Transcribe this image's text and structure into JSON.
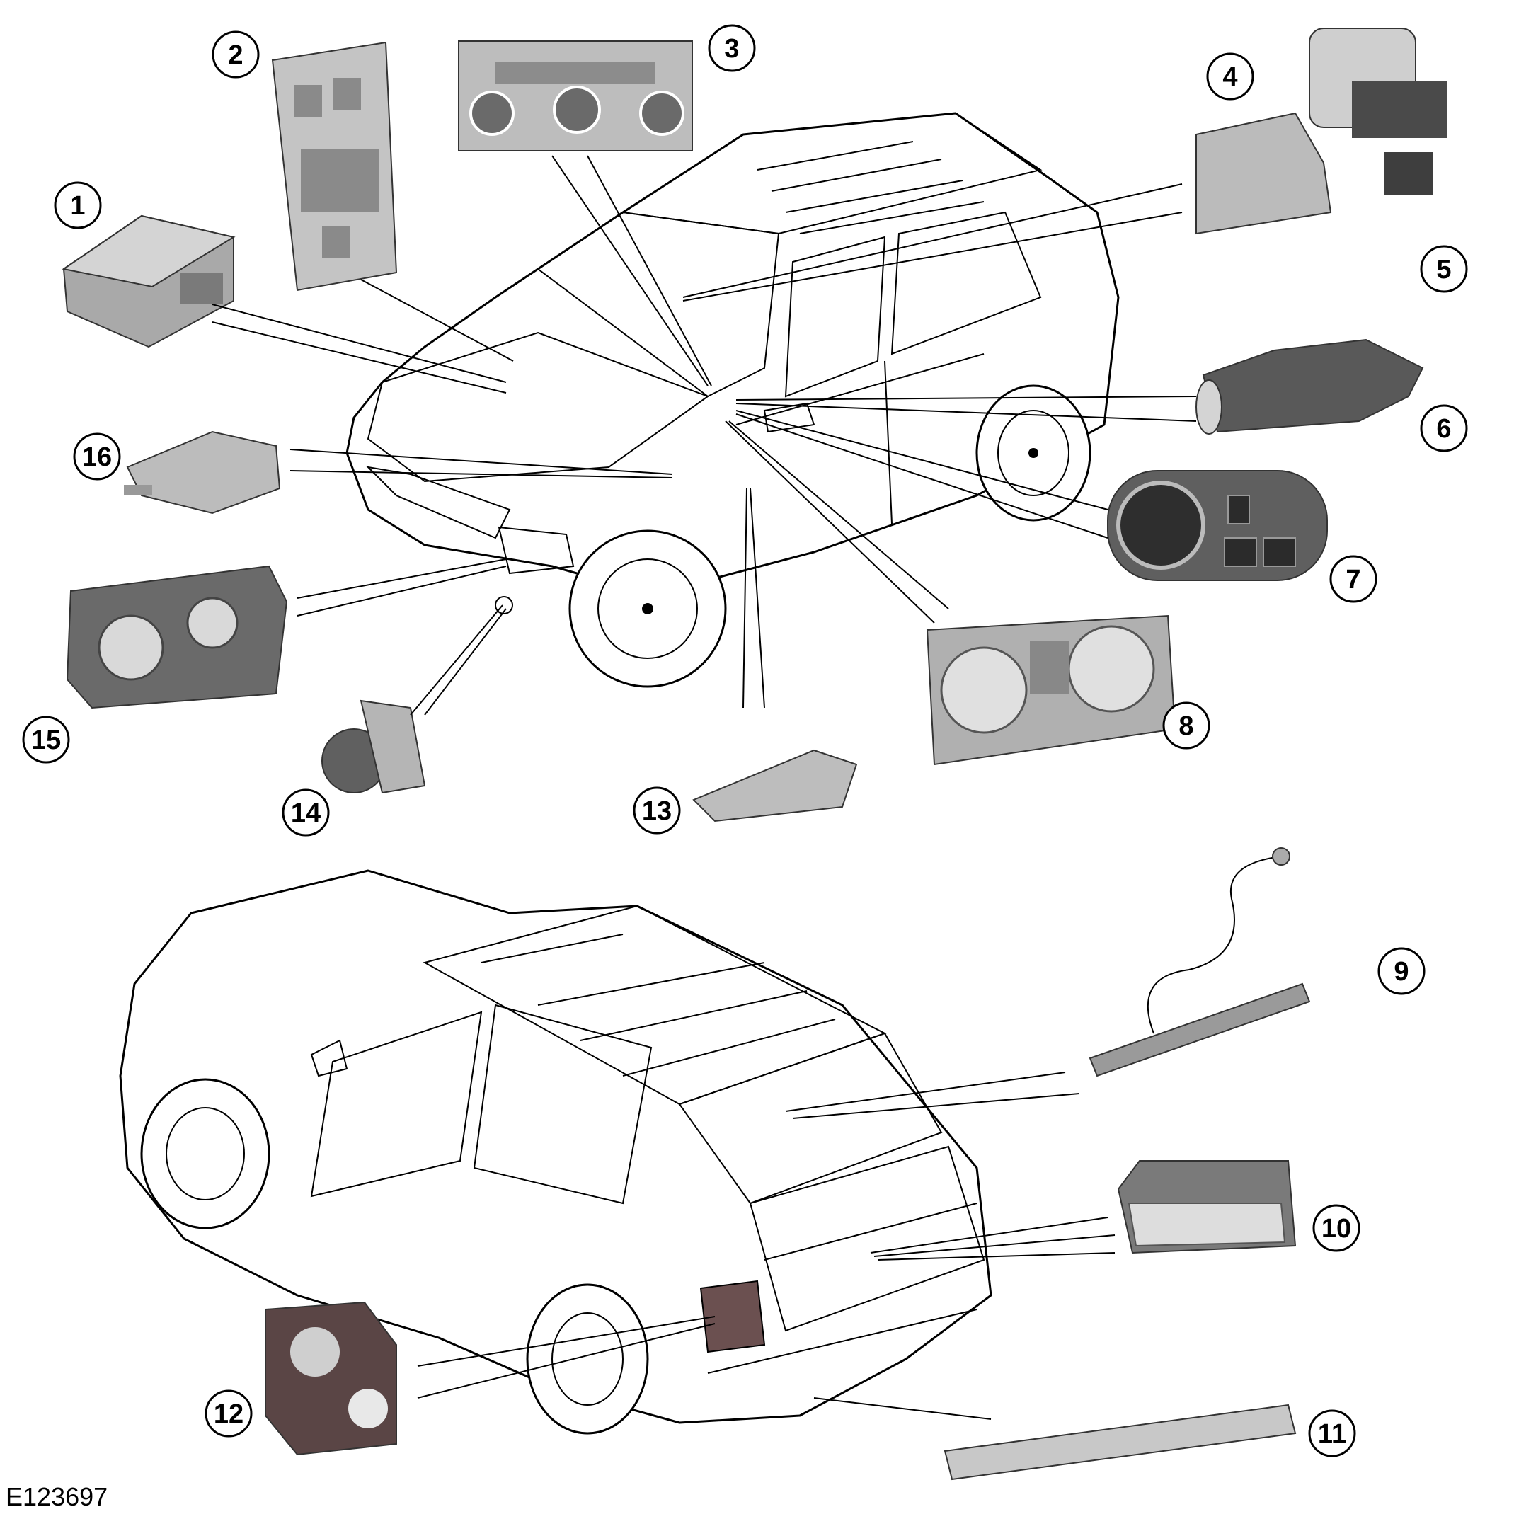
{
  "figure_id": "E123697",
  "callouts": [
    {
      "id": "1",
      "label": "1"
    },
    {
      "id": "2",
      "label": "2"
    },
    {
      "id": "3",
      "label": "3"
    },
    {
      "id": "4",
      "label": "4"
    },
    {
      "id": "5",
      "label": "5"
    },
    {
      "id": "6",
      "label": "6"
    },
    {
      "id": "7",
      "label": "7"
    },
    {
      "id": "8",
      "label": "8"
    },
    {
      "id": "9",
      "label": "9"
    },
    {
      "id": "10",
      "label": "10"
    },
    {
      "id": "11",
      "label": "11"
    },
    {
      "id": "12",
      "label": "12"
    },
    {
      "id": "13",
      "label": "13"
    },
    {
      "id": "14",
      "label": "14"
    },
    {
      "id": "15",
      "label": "15"
    },
    {
      "id": "16",
      "label": "16"
    }
  ]
}
